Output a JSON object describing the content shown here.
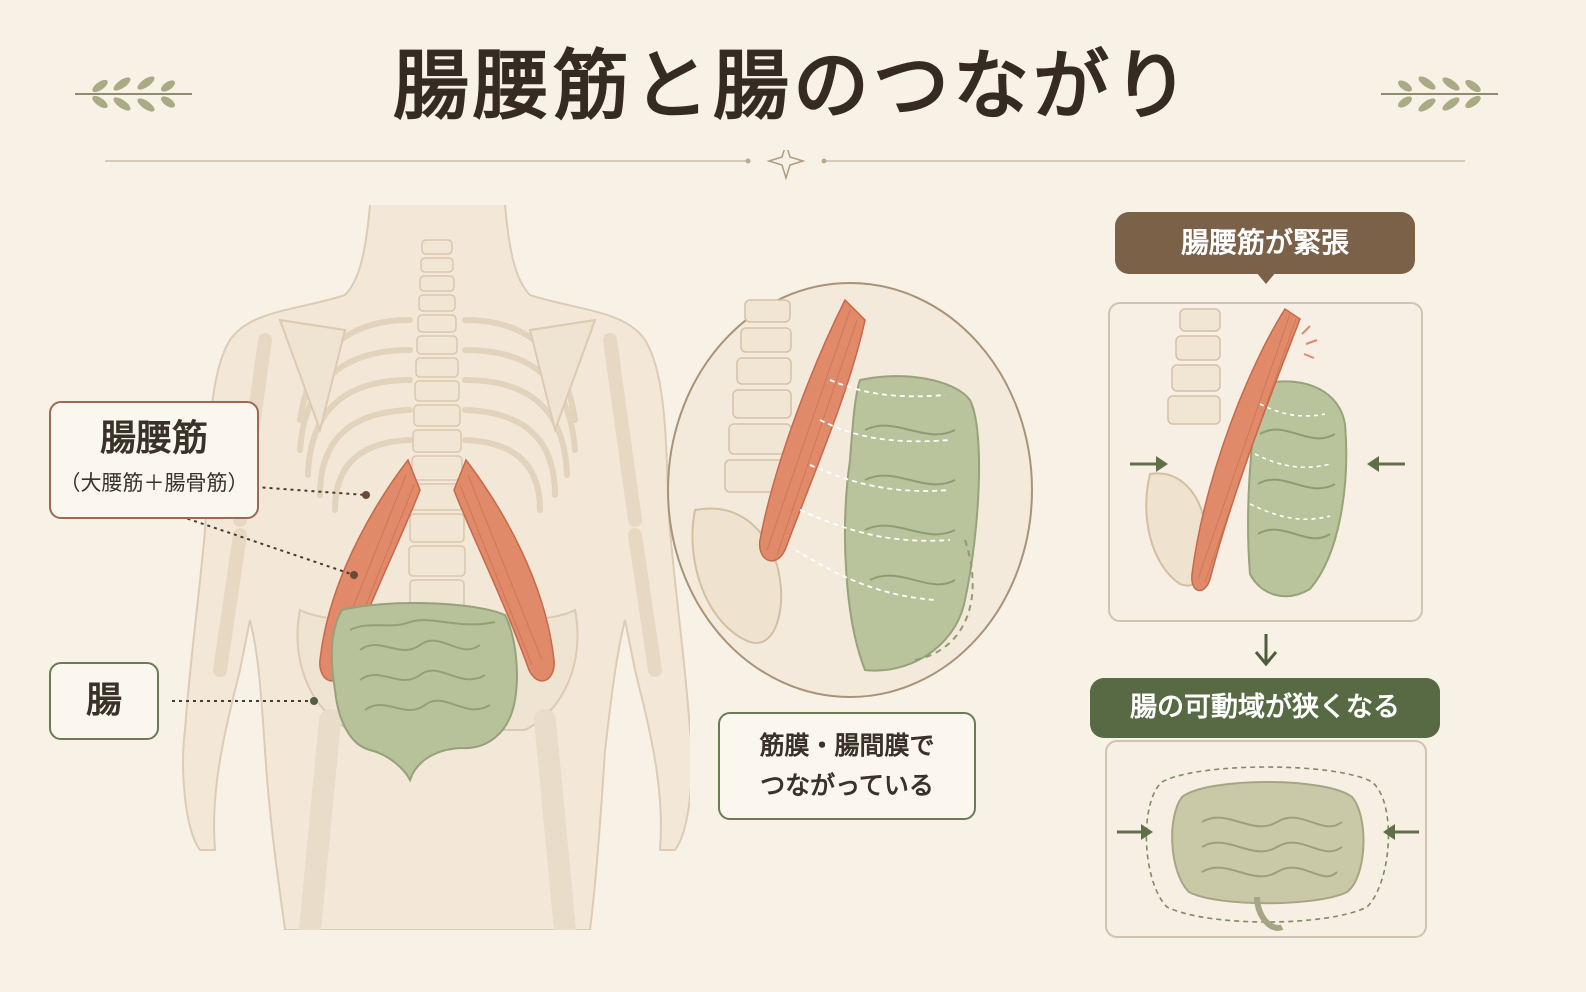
{
  "title": "腸腰筋と腸のつながり",
  "labels": {
    "iliopsoas": "腸腰筋",
    "iliopsoas_detail": "（大腰筋＋腸骨筋）",
    "intestine": "腸",
    "fascia_line1": "筋膜・腸間膜で",
    "fascia_line2": "つながっている"
  },
  "flow": {
    "tension": "腸腰筋が緊張",
    "result": "腸の可動域が狭くなる"
  },
  "icons": [
    "leaf-sprig-icon",
    "sparkle-icon",
    "arrow-right-icon",
    "arrow-left-icon",
    "arrow-down-icon"
  ],
  "colors": {
    "background": "#f8f1e6",
    "muscle": "#e08a6a",
    "intestine": "#b7c29a",
    "bone": "#efe4d2",
    "tension_pill": "#7a6148",
    "result_pill": "#586a43"
  }
}
